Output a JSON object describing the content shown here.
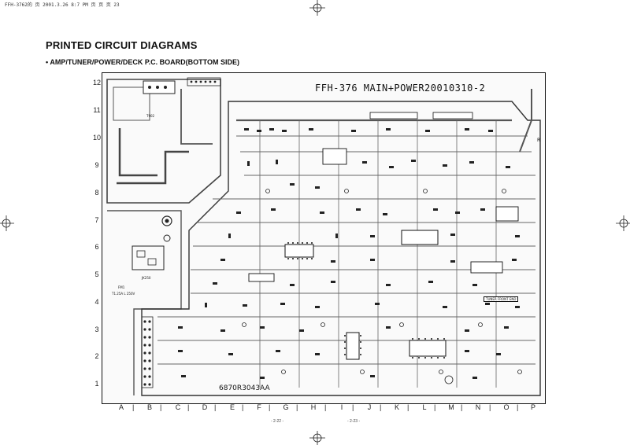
{
  "header": {
    "file_info": "FFH-3762的  页   2001.3.26 8:7 PM  页 页 页 23"
  },
  "page_title": "PRINTED CIRCUIT DIAGRAMS",
  "section_title": "• AMP/TUNER/POWER/DECK P.C. BOARD(BOTTOM SIDE)",
  "grid": {
    "rows": [
      "12",
      "11",
      "10",
      "9",
      "8",
      "7",
      "6",
      "5",
      "4",
      "3",
      "2",
      "1"
    ],
    "columns": [
      "A",
      "B",
      "C",
      "D",
      "E",
      "F",
      "G",
      "H",
      "I",
      "J",
      "K",
      "L",
      "M",
      "N",
      "O",
      "P"
    ]
  },
  "board": {
    "model_label": "FFH-376 MAIN+POWER20010310-2",
    "part_number": "6870R3043AA",
    "small_labels": {
      "fuse": "T1.25A L 250V",
      "tuner_front": "TUNER FRONT END",
      "fm1": "FM1",
      "jk": "JK250",
      "t902": "T902",
      "r": "R"
    }
  },
  "footer": {
    "page_left": "- 2-22 -",
    "page_right": "- 2-23 -"
  }
}
